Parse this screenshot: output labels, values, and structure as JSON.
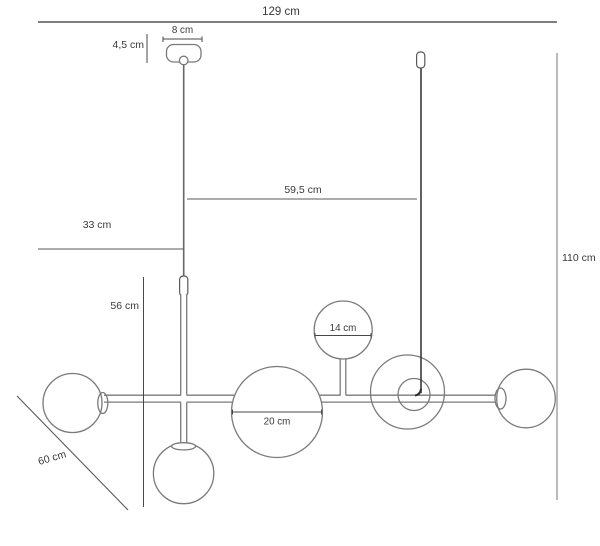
{
  "diagram": {
    "colors": {
      "background": "#ffffff",
      "lamp_outline": "#7a7a7a",
      "dimension_line": "#474747",
      "label_text": "#3a3a3a"
    },
    "dimensions": {
      "overall_width": "129 cm",
      "canopy_diameter": "8 cm",
      "canopy_height": "4,5 cm",
      "cord_offset": "59,5 cm",
      "side_offset": "33 cm",
      "total_height": "110 cm",
      "rod_height": "56 cm",
      "depth": "60 cm",
      "small_globe_diameter": "14 cm",
      "large_globe_diameter": "20 cm"
    }
  }
}
